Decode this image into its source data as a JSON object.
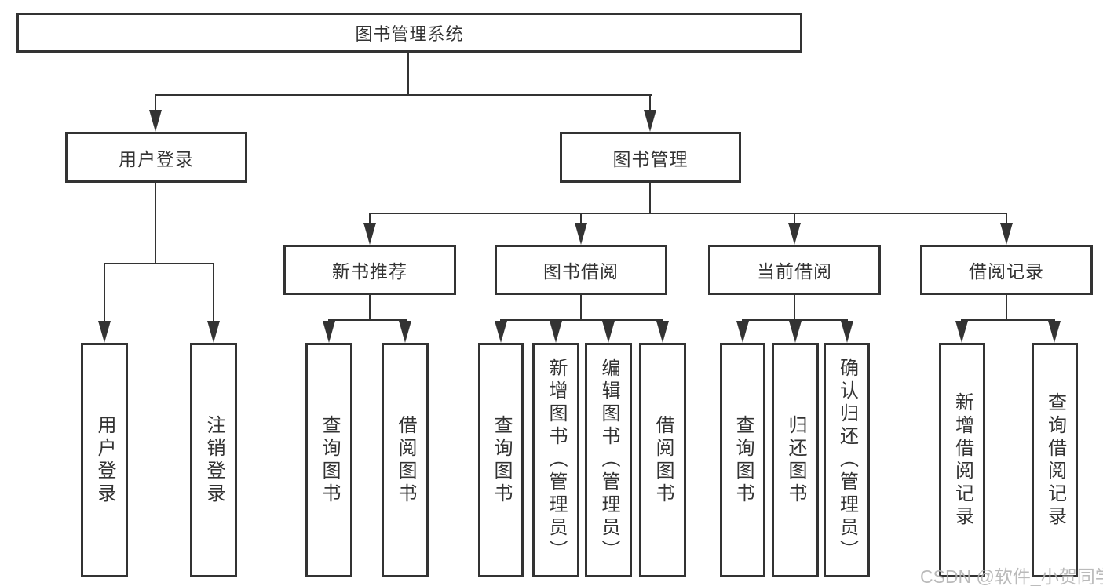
{
  "tree": {
    "root": {
      "label": "图书管理系统"
    },
    "level2": [
      {
        "label": "用户登录"
      },
      {
        "label": "图书管理"
      }
    ],
    "level3": [
      {
        "label": "新书推荐"
      },
      {
        "label": "图书借阅"
      },
      {
        "label": "当前借阅"
      },
      {
        "label": "借阅记录"
      }
    ],
    "leaves": {
      "user_login": [
        "用户登录",
        "注销登录"
      ],
      "new_book": [
        "查询图书",
        "借阅图书"
      ],
      "book_borrow": [
        "查询图书",
        "新增图书（管理员）",
        "编辑图书（管理员）",
        "借阅图书"
      ],
      "current_borrow": [
        "查询图书",
        "归还图书",
        "确认归还（管理员）"
      ],
      "borrow_records": [
        "新增借阅记录",
        "查询借阅记录"
      ]
    }
  },
  "watermark": "CSDN @软件_小贺同学",
  "colors": {
    "line": "#333333",
    "text": "#333333",
    "watermark": "#b3b3b3",
    "background": "#ffffff"
  }
}
